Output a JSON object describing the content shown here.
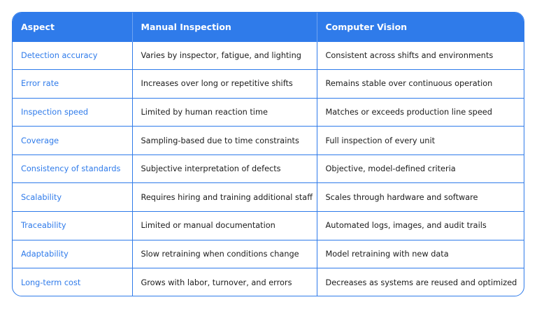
{
  "colors": {
    "accent": "#2f7bea",
    "header_text": "#ffffff",
    "body_text": "#1b1b1b"
  },
  "table": {
    "headers": [
      "Aspect",
      "Manual Inspection",
      "Computer Vision"
    ],
    "rows": [
      [
        "Detection accuracy",
        "Varies by inspector, fatigue, and lighting",
        "Consistent across shifts and environments"
      ],
      [
        "Error rate",
        "Increases over long or repetitive shifts",
        "Remains stable over continuous operation"
      ],
      [
        "Inspection speed",
        "Limited by human reaction time",
        "Matches or exceeds production line speed"
      ],
      [
        "Coverage",
        "Sampling-based due to time constraints",
        "Full inspection of every unit"
      ],
      [
        "Consistency of standards",
        "Subjective interpretation of defects",
        "Objective, model-defined criteria"
      ],
      [
        "Scalability",
        "Requires hiring and training additional staff",
        "Scales through hardware and software"
      ],
      [
        "Traceability",
        "Limited or manual documentation",
        "Automated logs, images, and audit trails"
      ],
      [
        "Adaptability",
        "Slow retraining when conditions change",
        "Model retraining with new data"
      ],
      [
        "Long-term cost",
        "Grows with labor, turnover, and errors",
        "Decreases as systems are reused and optimized"
      ]
    ]
  }
}
